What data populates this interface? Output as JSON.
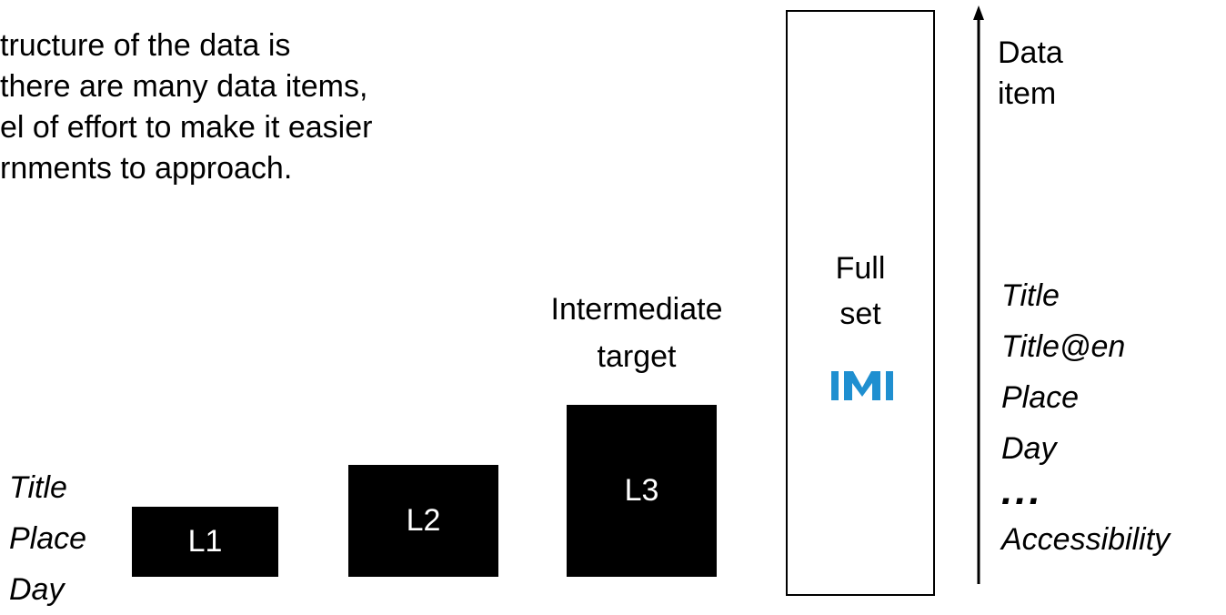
{
  "intro_lines": [
    "tructure of the data is",
    "there are many data items,",
    "el of effort to make it easier",
    "rnments to approach."
  ],
  "left_fields": [
    "Title",
    "Place",
    "Day"
  ],
  "levels": [
    {
      "label": "L1"
    },
    {
      "label": "L2"
    },
    {
      "label": "L3"
    }
  ],
  "intermediate_target": [
    "Intermediate",
    "target"
  ],
  "full_set": {
    "lines": [
      "Full",
      "set"
    ],
    "logo_text": "IMI",
    "logo_color": "#1f8fd0"
  },
  "axis_label": [
    "Data",
    "item"
  ],
  "right_fields": [
    "Title",
    "Title@en",
    "Place",
    "Day"
  ],
  "ellipsis": "...",
  "last_field": "Accessibility"
}
